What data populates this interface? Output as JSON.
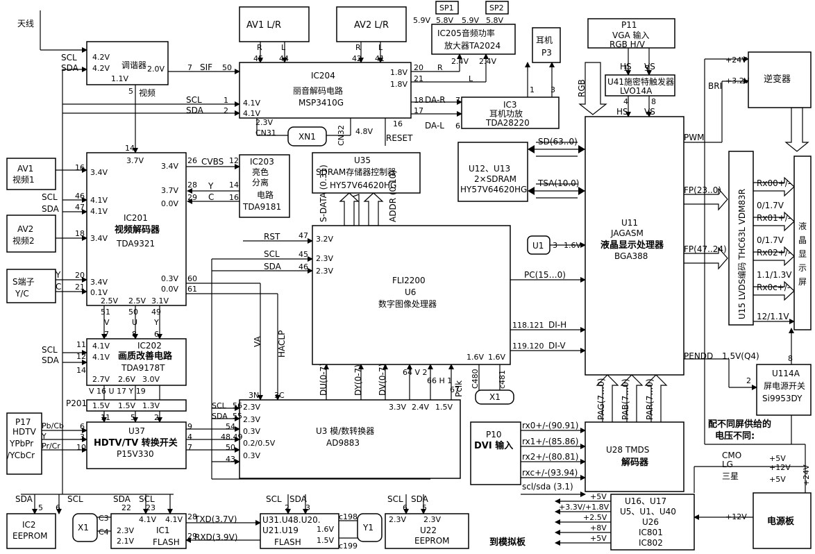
{
  "labels": {
    "antenna": "天线",
    "av1lr": "AV1  L/R",
    "av2lr": "AV2  L/R",
    "sp1": "SP1",
    "sp2": "SP2",
    "ic205_a": "IC205音频功率",
    "ic205_b": "放大器TA2024",
    "p11_a": "P11",
    "p11_b": "VGA 输入",
    "p11_c": "RGB     H/V",
    "earphone_a": "耳机",
    "earphone_b": "P3",
    "inverter": "逆变器",
    "tuner": "调谐器",
    "ic204_a": "IC204",
    "ic204_b": "丽音解码电路",
    "ic204_c": "MSP3410G",
    "ic3_a": "IC3",
    "ic3_b": "耳机功放",
    "ic3_c": "TDA28220",
    "u41_a": "U41施密特触发器",
    "u41_b": "LVO14A",
    "xn1": "XN1",
    "u35_a": "U35",
    "u35_b": "SDRAM存储器控制器",
    "u35_c": "HY57V64620HG",
    "sdram_a": "U12、U13",
    "sdram_b": "2×SDRAM",
    "sdram_c": "HY57V64620HG",
    "u11_a": "U11",
    "u11_b": "JAGASM",
    "u11_c": "液晶显示处理器",
    "u11_d": "BGA388",
    "u1": "U1",
    "av1video_a": "AV1",
    "av1video_b": "视频1",
    "av2video_a": "AV2",
    "av2video_b": "视频2",
    "sterm_a": "S端子",
    "sterm_b": "Y/C",
    "ic201_a": "IC201",
    "ic201_b": "视频解码器",
    "ic201_c": "TDA9321",
    "ic203_a": "IC203",
    "ic203_b": "亮色",
    "ic203_c": "分离",
    "ic203_d": "电路",
    "ic203_e": "TDA9181",
    "u6_a": "FLI2200",
    "u6_b": "U6",
    "u6_c": "数字图像处理器",
    "u15": "U15  LVDS编码  THC63L  VDM83R",
    "lcd": "液晶显示屏",
    "ic202_a": "IC202",
    "ic202_b": "画质改善电路",
    "ic202_c": "TDA9178T",
    "x1a": "X1",
    "x1b": "X1",
    "p17_a": "P17",
    "p17_b": "HDTV",
    "p17_c": "YPbPr",
    "p17_d": "/YCbCr",
    "u37_a": "U37",
    "u37_b": "HDTV/TV 转换开关",
    "u37_c": "P15V330",
    "u3_a": "U3  模/数转换器",
    "u3_b": "AD9883",
    "u114_a": "U114A",
    "u114_b": "屏电源开关",
    "u114_c": "Si9953DY",
    "screen_note_a": "配不同屏供给的",
    "screen_note_b": "电压不同:",
    "cmo": "CMO",
    "lg": "LG",
    "samsung": "三星",
    "p10_a": "P10",
    "p10_b": "DVI 输入",
    "u28_a": "U28  TMDS",
    "u28_b": "解码器",
    "ic2_a": "IC2",
    "ic2_b": "EEPROM",
    "ic1_a": "IC1",
    "ic1_b": "FLASH",
    "u31_a": "U31.U48.U20.",
    "u31_b": "U21.U19",
    "u31_c": "FLASH",
    "y1": "Y1",
    "u22_a": "U22",
    "u22_b": "EEPROM",
    "u16_a": "U16、U17",
    "u16_b": "U5、U1、U40",
    "u16_c": "U26",
    "u16_d": "IC801",
    "u16_e": "IC802",
    "psu": "电源板",
    "to_analog": "到模拟板"
  },
  "signals": {
    "scl": "SCL",
    "sda": "SDA",
    "sif": "SIF",
    "video": "视频",
    "rgb": "RGB",
    "hs": "HS",
    "vs": "VS",
    "bri": "BRI",
    "pwm": "PWM",
    "da_r": "DA-R",
    "da_l": "DA-L",
    "reset": "RESET",
    "cn31": "CN31",
    "cn32": "CN32",
    "sdata": "S-DATA (0.31)",
    "addr": "ADDR (0.10)",
    "sd": "SD(63..0)",
    "tsa": "TSA(10.0)",
    "fp1": "FP(23..0)",
    "fp2": "FP(47..24)",
    "rst": "RST",
    "pc": "PC(15…0)",
    "dih": "DI-H",
    "div": "DI-V",
    "cvbs": "CVBS",
    "y": "Y",
    "c": "C",
    "va": "VA",
    "haclp": "HACLP",
    "pendd": "PENDD",
    "pendd_v": "1.5V(Q4)",
    "rx00": "Rx00+/-",
    "rx01": "Rx01+/-",
    "rx02": "Rx02+/-",
    "rx0c": "Rx0c+/-",
    "pag": "PAG(7…0)",
    "pab": "PAB(7…0)",
    "par": "PAR(7…0)",
    "du": "DU(0-7)",
    "dy": "DY(0-7)",
    "dv": "DV(0-7)",
    "pb": "Pb/Cb",
    "pr": "Pr/Cr",
    "p201": "P201",
    "txd": "TXD(3.7V)",
    "rxd": "RXD(3.9V)",
    "rx0": "rx0+/-(90.91)",
    "rx1": "rx1+/-(85.86)",
    "rx2": "rx2+/-(80.81)",
    "rxc": "rxc+/-(93.94)",
    "sclsda": "scl/sda  (3.1)",
    "c3": "C3",
    "c4": "C4",
    "c198": "c198",
    "c199": "c199",
    "c480": "C480",
    "c481": "c481",
    "pclk": "Pclk"
  },
  "values": {
    "v24": "+24V",
    "v32": "+3.2V",
    "v5": "+5V",
    "v12": "+12V",
    "v24b": "+24V",
    "v12psu": "+12V",
    "rails": [
      "+5V",
      "+3.3V/+1.8V",
      "+2.5V",
      "+8V",
      "+5V"
    ]
  }
}
